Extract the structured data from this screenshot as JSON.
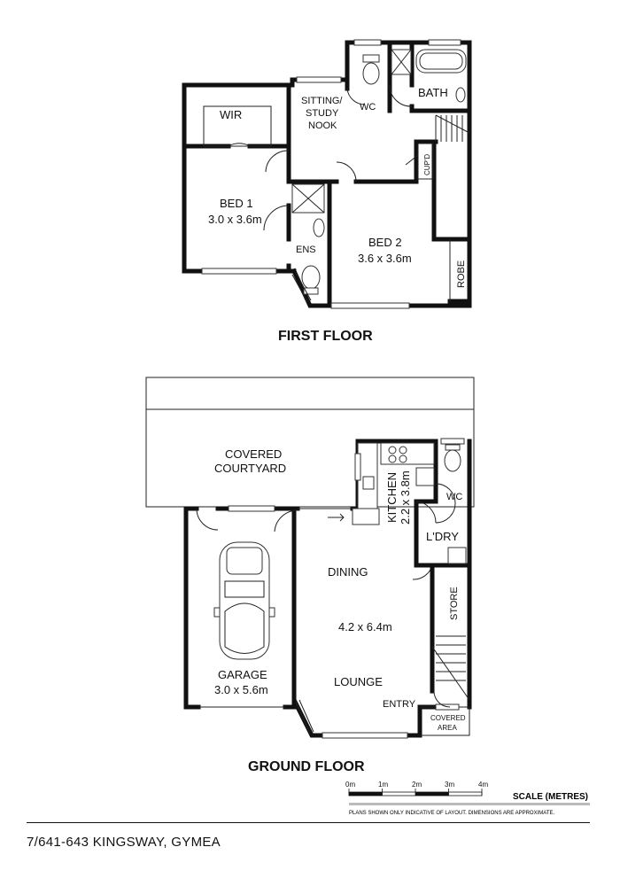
{
  "floors": {
    "first": {
      "title": "FIRST FLOOR",
      "rooms": {
        "wir": "WIR",
        "sitting_1": "SITTING/",
        "sitting_2": "STUDY",
        "sitting_3": "NOOK",
        "wc": "WC",
        "bath": "BATH",
        "cupd": "CUP'D",
        "bed1": "BED 1",
        "bed1_size": "3.0 x 3.6m",
        "ens": "ENS",
        "bed2": "BED 2",
        "bed2_size": "3.6 x 3.6m",
        "robe": "ROBE"
      }
    },
    "ground": {
      "title": "GROUND FLOOR",
      "rooms": {
        "courtyard_1": "COVERED",
        "courtyard_2": "COURTYARD",
        "kitchen": "KITCHEN",
        "kitchen_size": "2.2 x 3.8m",
        "wc": "WC",
        "laundry": "L'DRY",
        "dining": "DINING",
        "living_size": "4.2 x 6.4m",
        "store": "STORE",
        "lounge": "LOUNGE",
        "garage": "GARAGE",
        "garage_size": "3.0 x 5.6m",
        "entry": "ENTRY",
        "covered_area_1": "COVERED",
        "covered_area_2": "AREA"
      }
    }
  },
  "scale": {
    "title": "SCALE (METRES)",
    "ticks": [
      "0m",
      "1m",
      "2m",
      "3m",
      "4m"
    ],
    "disclaimer": "PLANS SHOWN ONLY INDICATIVE OF LAYOUT. DIMENSIONS ARE APPROXIMATE."
  },
  "address": "7/641-643 KINGSWAY, GYMEA"
}
